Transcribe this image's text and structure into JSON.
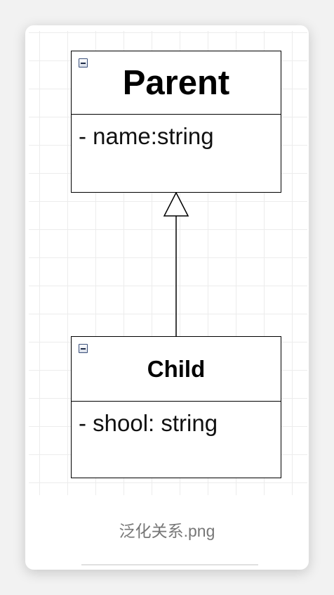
{
  "diagram": {
    "parent_class": {
      "name": "Parent",
      "attributes": [
        "- name:string"
      ]
    },
    "child_class": {
      "name": "Child",
      "attributes": [
        "- shool: string"
      ]
    },
    "relationship": "generalization"
  },
  "caption": "泛化关系.png",
  "icons": {
    "collapse": "collapse-minus-icon",
    "arrow": "hollow-triangle-arrowhead"
  },
  "colors": {
    "stroke": "#000000",
    "background": "#ffffff",
    "grid": "#ececec",
    "caption": "#777777"
  }
}
